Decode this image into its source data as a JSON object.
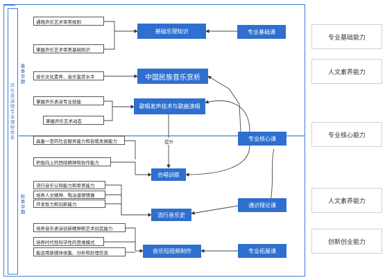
{
  "side": {
    "spring_semester": "春季学期",
    "autumn_semester": "秋季学期",
    "system_title": "声乐表演微专业课程体系"
  },
  "left_items": [
    "通晓声乐艺术审美规则",
    "掌握声乐艺术审美基础知识",
    "音乐文化素养、音乐鉴赏水平",
    "掌握声乐表演专业技能",
    "掌握声乐艺术动态",
    "具备一定的社会服务能力和自我发展能力",
    "积极向上的团结精神和协作能力",
    "流行音乐认知能力和审美能力",
    "培养人文精神、陶冶道德情操",
    "开发智力和创新能力",
    "培养音乐表演创新精神和艺术创造能力",
    "培养时代性科学性的思维模式",
    "能运用新媒体收集、分析和处理信息"
  ],
  "courses": {
    "basic_theory": "基础乐理知识",
    "chinese_folk": "中国民族音乐赏析",
    "singing_tech": "歌唱发声技术与歌曲演唱",
    "chorus": "合唱训练",
    "pop_history": "流行音乐史",
    "short_video": "音乐短视频制作"
  },
  "categories": {
    "basic": "专业基础课",
    "core": "专业核心课",
    "general": "通识理论课",
    "extension": "专业拓展课"
  },
  "abilities": [
    "专业基础能力",
    "人文素养能力",
    "专业核心能力",
    "人文素养能力",
    "创新创业能力"
  ],
  "labels": {
    "improve": "提升"
  }
}
